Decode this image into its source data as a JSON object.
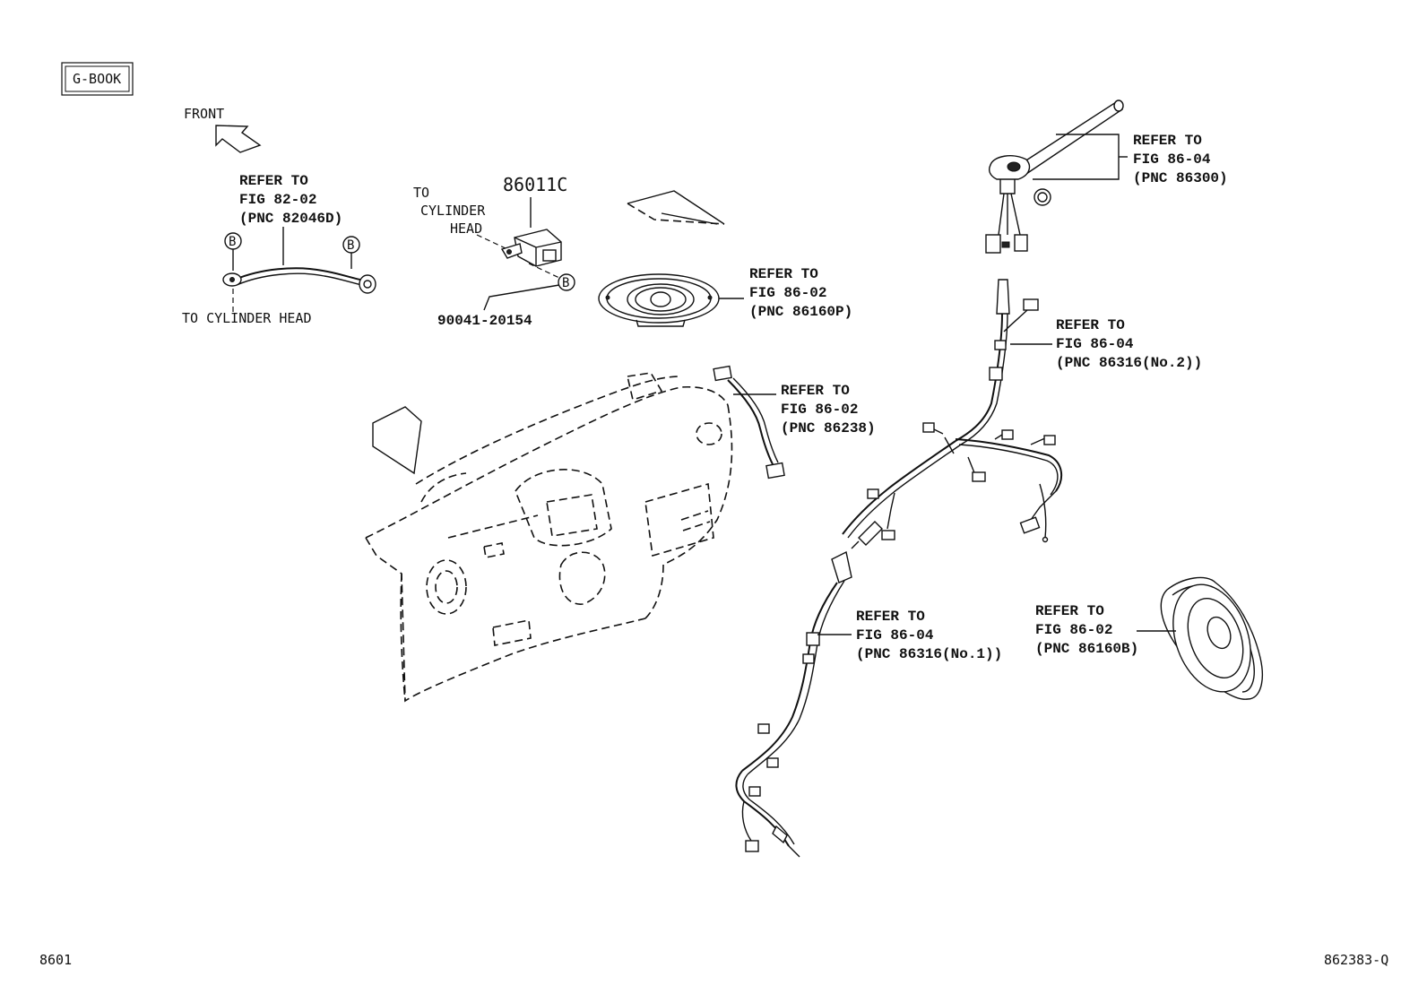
{
  "header": {
    "tag": "G-BOOK"
  },
  "front": {
    "label": "FRONT"
  },
  "ground_strap": {
    "ref_line1": "REFER TO",
    "ref_line2": "FIG 82-02",
    "ref_line3": "(PNC 82046D)",
    "note": "TO CYLINDER HEAD",
    "marker": "B"
  },
  "gps_unit": {
    "part_number": "86011C",
    "note_line1": "TO",
    "note_line2": "CYLINDER",
    "note_line3": "HEAD",
    "bolt_number": "90041-20154",
    "marker": "B"
  },
  "tweeter": {
    "ref_line1": "REFER TO",
    "ref_line2": "FIG 86-02",
    "ref_line3": "(PNC 86160P)"
  },
  "harness_dash": {
    "ref_line1": "REFER TO",
    "ref_line2": "FIG 86-02",
    "ref_line3": "(PNC 86238)"
  },
  "antenna": {
    "ref_line1": "REFER TO",
    "ref_line2": "FIG 86-04",
    "ref_line3": "(PNC 86300)"
  },
  "cord_no2": {
    "ref_line1": "REFER TO",
    "ref_line2": "FIG 86-04",
    "ref_line3": "(PNC 86316(No.2))"
  },
  "cord_no1": {
    "ref_line1": "REFER TO",
    "ref_line2": "FIG 86-04",
    "ref_line3": "(PNC 86316(No.1))"
  },
  "speaker": {
    "ref_line1": "REFER TO",
    "ref_line2": "FIG 86-02",
    "ref_line3": "(PNC 86160B)"
  },
  "footer": {
    "page": "8601",
    "code": "862383-Q"
  }
}
